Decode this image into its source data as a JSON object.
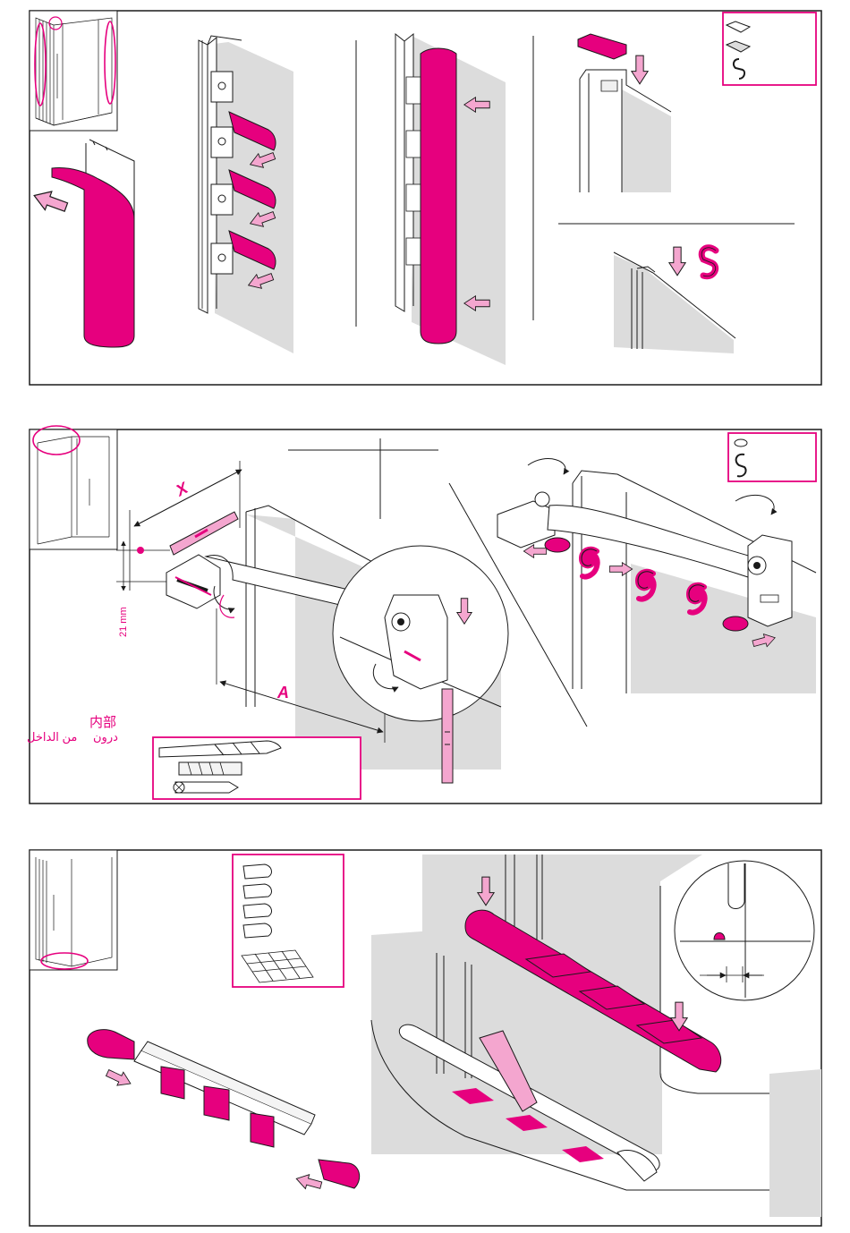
{
  "colors": {
    "accent": "#e6007e",
    "accent_light": "#f4a6cf",
    "wall": "#dcdcdc",
    "line": "#1a1a1a",
    "paper": "#ffffff"
  },
  "panel2": {
    "dim_x": "X",
    "dim_a": "A",
    "dim_21": "21 mm",
    "inside_cn": "内部",
    "inside_ar": "من الداخل",
    "inside_ar2": "درون"
  }
}
